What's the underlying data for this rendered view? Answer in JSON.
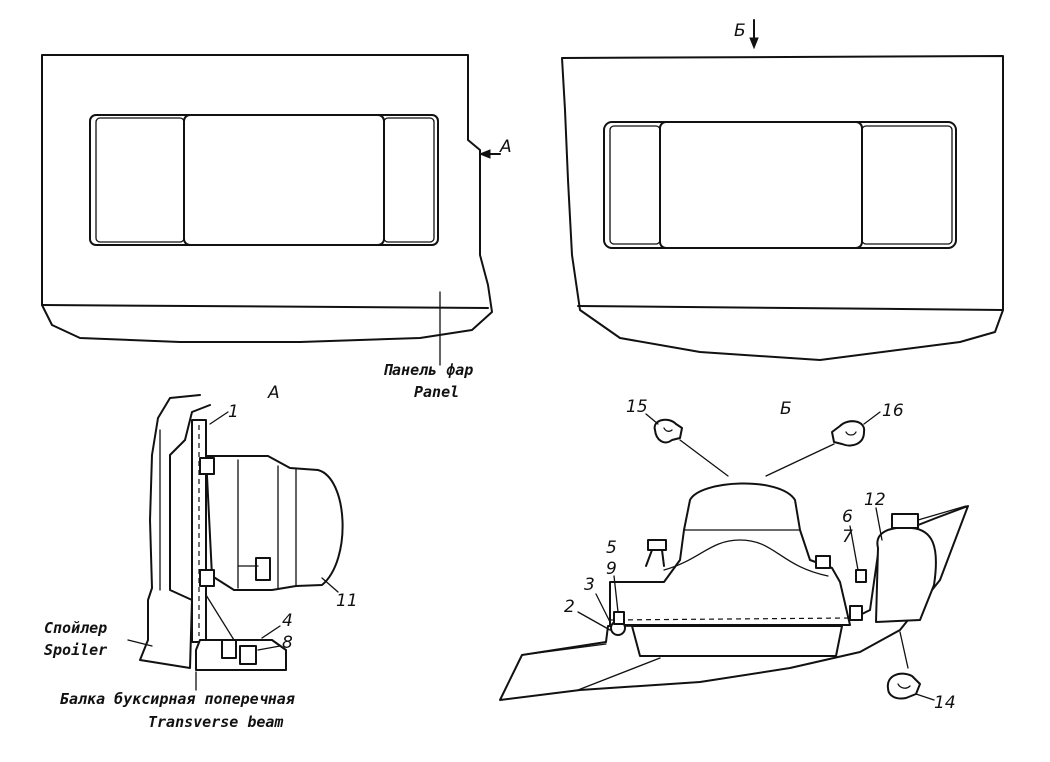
{
  "views": {
    "arrow_a": "A",
    "arrow_b": "Б",
    "view_a_title": "A",
    "view_b_title": "Б"
  },
  "callouts": {
    "c1": "1",
    "c2": "2",
    "c3": "3",
    "c4": "4",
    "c5": "5",
    "c6": "6",
    "c7": "7",
    "c8": "8",
    "c9": "9",
    "c11": "11",
    "c12": "12",
    "c14": "14",
    "c15": "15",
    "c16": "16"
  },
  "captions": {
    "panel_ru": "Панель фар",
    "panel_en": "Panel",
    "spoiler_ru": "Спойлер",
    "spoiler_en": "Spoiler",
    "beam_ru": "Балка буксирная поперечная",
    "beam_en": "Transverse beam"
  }
}
